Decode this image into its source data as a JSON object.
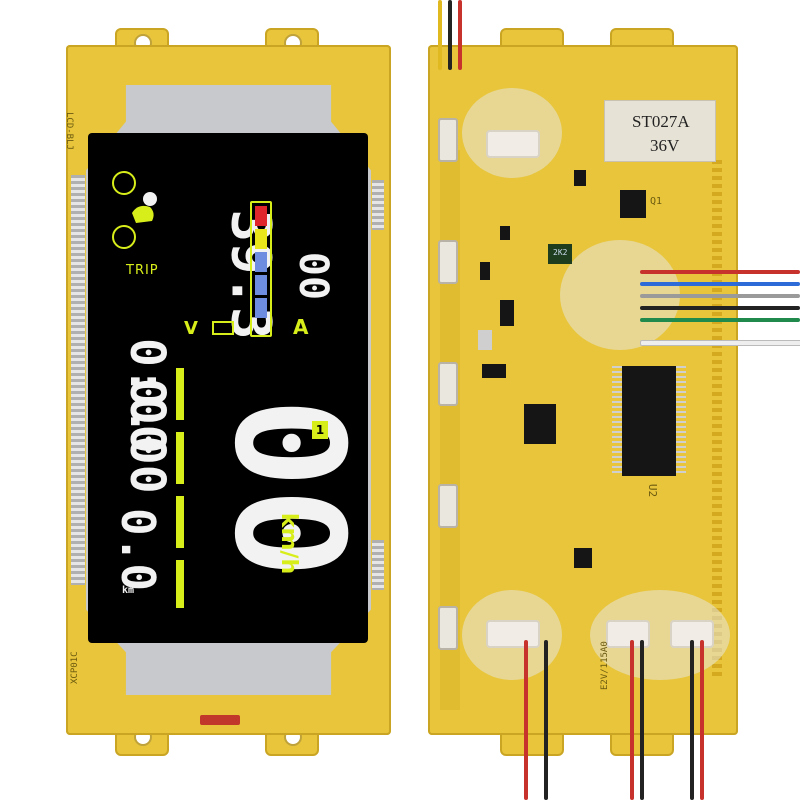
{
  "display": {
    "voltage": "39.3",
    "voltage_unit": "V",
    "current": "00",
    "current_unit": "A",
    "trip_label": "TRIP",
    "trip_time": "0:00",
    "trip_distance": "0.00",
    "speed": "00",
    "speed_unit": "km/h",
    "distance_value": "0.0",
    "distance_unit": "km",
    "gear": "1",
    "battery_bars": [
      "red",
      "yellow",
      "blue",
      "blue",
      "blue"
    ]
  },
  "pcb_left": {
    "label_bottom": "XCP01C",
    "label_top": "LCD-BLJ"
  },
  "pcb_right": {
    "sticker_line1": "ST027A",
    "sticker_line2": "36V",
    "chip_label": "U2",
    "ic_label": "Q1",
    "label_2k2": "2K2",
    "silk_bottom": "E2V/115A0"
  },
  "colors": {
    "pcb": "#e8c53a",
    "lcd_green": "#d8ee1a",
    "segment_white": "#f2f2f2"
  }
}
